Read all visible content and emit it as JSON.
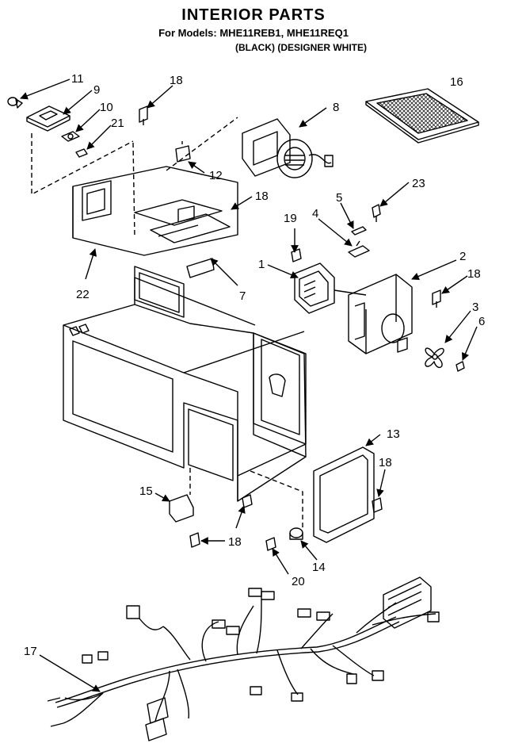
{
  "header": {
    "title": "INTERIOR PARTS",
    "models": "For Models: MHE11REB1, MHE11REQ1",
    "colors": "(BLACK)   (DESIGNER WHITE)"
  },
  "callouts": {
    "c1": "1",
    "c2": "2",
    "c3": "3",
    "c4": "4",
    "c5": "5",
    "c6": "6",
    "c7": "7",
    "c8": "8",
    "c9": "9",
    "c10": "10",
    "c11": "11",
    "c12": "12",
    "c13": "13",
    "c14": "14",
    "c15": "15",
    "c16": "16",
    "c17": "17",
    "c18a": "18",
    "c18b": "18",
    "c18c": "18",
    "c18d": "18",
    "c18e": "18",
    "c19": "19",
    "c20": "20",
    "c21": "21",
    "c22": "22",
    "c23": "23"
  }
}
